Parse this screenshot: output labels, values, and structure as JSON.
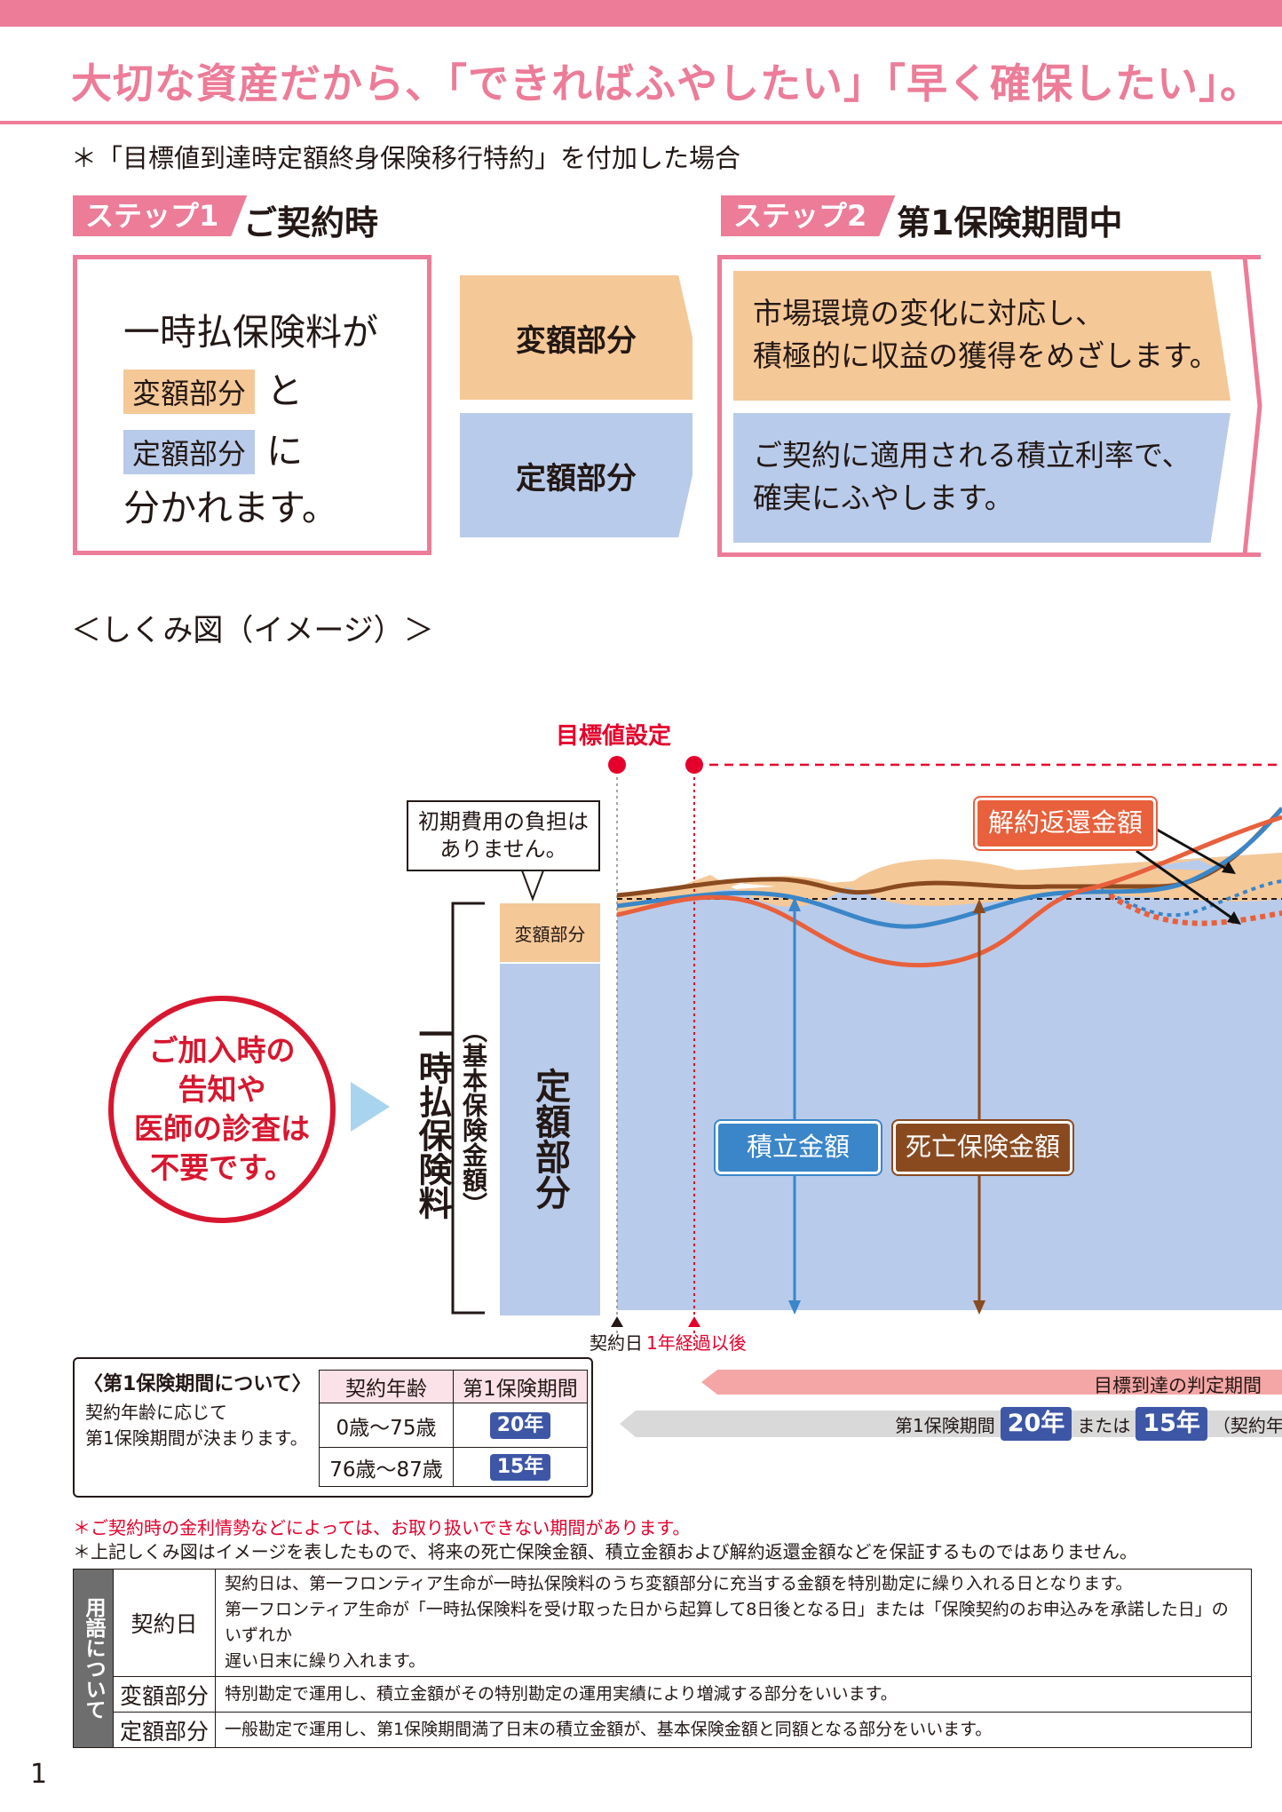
{
  "header": {
    "headline": "大切な資産だから、「できればふやしたい」「早く確保したい」。",
    "note": "＊「目標値到達時定額終身保険移行特約」を付加した場合"
  },
  "step1": {
    "tag": "ステップ1",
    "title": "ご契約時",
    "line1": "一時払保険料が",
    "chip_variable": "変額部分",
    "suffix_to": "と",
    "chip_fixed": "定額部分",
    "suffix_ni": "に",
    "line4": "分かれます。"
  },
  "middle": {
    "variable": "変額部分",
    "fixed": "定額部分"
  },
  "step2": {
    "tag": "ステップ2",
    "title": "第1保険期間中",
    "variable_text_1": "市場環境の変化に対応し、",
    "variable_text_2": "積極的に収益の獲得をめざします。",
    "fixed_text_1": "ご契約に適用される積立利率で、",
    "fixed_text_2": "確実にふやします。"
  },
  "diagram": {
    "caption": "＜しくみ図（イメージ）＞",
    "target_label": "目標値設定",
    "initial_cost_note_1": "初期費用の負担は",
    "initial_cost_note_2": "ありません。",
    "surrender_label": "解約返還金額",
    "accumulation_label": "積立金額",
    "death_benefit_label": "死亡保険金額",
    "bar_variable": "変額部分",
    "bar_fixed": "定額部分",
    "bracket_main": "一時払保険料",
    "bracket_sub": "（基本保険金額）",
    "circle_1": "ご加入時の",
    "circle_2": "告知や",
    "circle_3": "医師の診査は",
    "circle_4": "不要です。",
    "contract_date": "契約日",
    "after_one_year": "1年経過以後",
    "judgement_period": "目標到達の判定期間",
    "period_prefix": "第1保険期間",
    "period_20": "20年",
    "period_or": "または",
    "period_15": "15年",
    "period_suffix": "（契約年齢"
  },
  "period_info": {
    "title": "〈第1保険期間について〉",
    "desc_1": "契約年齢に応じて",
    "desc_2": "第1保険期間が決まります。",
    "col_age": "契約年齢",
    "col_period": "第1保険期間",
    "rows": [
      {
        "age": "0歳～75歳",
        "period": "20年"
      },
      {
        "age": "76歳～87歳",
        "period": "15年"
      }
    ]
  },
  "footnotes": {
    "note1": "＊ご契約時の金利情勢などによっては、お取り扱いできない期間があります。",
    "note2": "＊上記しくみ図はイメージを表したもので、将来の死亡保険金額、積立金額および解約返還金額などを保証するものではありません。"
  },
  "glossary": {
    "heading": "用語について",
    "rows": [
      {
        "term": "契約日",
        "desc_1": "契約日は、第一フロンティア生命が一時払保険料のうち変額部分に充当する金額を特別勘定に繰り入れる日となります。",
        "desc_2": "第一フロンティア生命が「一時払保険料を受け取った日から起算して8日後となる日」または「保険契約のお申込みを承諾した日」のいずれか",
        "desc_3": "遅い日末に繰り入れます。"
      },
      {
        "term": "変額部分",
        "desc_1": "特別勘定で運用し、積立金額がその特別勘定の運用実績により増減する部分をいいます。"
      },
      {
        "term": "定額部分",
        "desc_1": "一般勘定で運用し、第1保険期間満了日末の積立金額が、基本保険金額と同額となる部分をいいます。"
      }
    ]
  },
  "page_number": "1",
  "colors": {
    "pink": "#ec7c98",
    "orange": "#f5c897",
    "blue": "#b9cbea",
    "red": "#e4002b",
    "navy_badge": "#3d56a6"
  }
}
